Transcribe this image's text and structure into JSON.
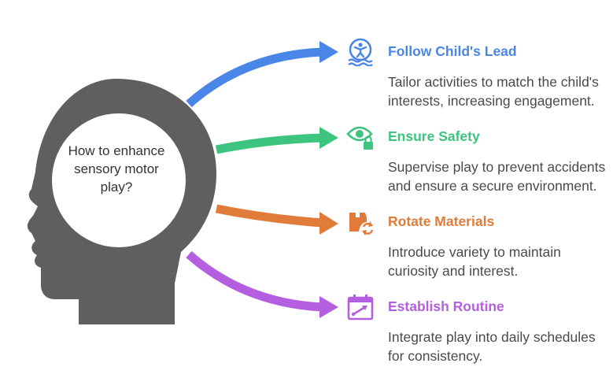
{
  "center": {
    "question": "How to enhance sensory motor play?"
  },
  "colors": {
    "head": "#5f5f5f",
    "follow": "#4a86e8",
    "safety": "#3dc47e",
    "rotate": "#e07b39",
    "routine": "#b45ee0"
  },
  "items": [
    {
      "icon": "child-swimming-icon",
      "title": "Follow Child's Lead",
      "description": "Tailor activities to match the child's interests, increasing engagement."
    },
    {
      "icon": "eye-lock-icon",
      "title": "Ensure Safety",
      "description": "Supervise play to prevent accidents and ensure a secure environment."
    },
    {
      "icon": "box-recycle-icon",
      "title": "Rotate Materials",
      "description": "Introduce variety to maintain curiosity and interest."
    },
    {
      "icon": "calendar-icon",
      "title": "Establish Routine",
      "description": "Integrate play into daily schedules for consistency."
    }
  ]
}
